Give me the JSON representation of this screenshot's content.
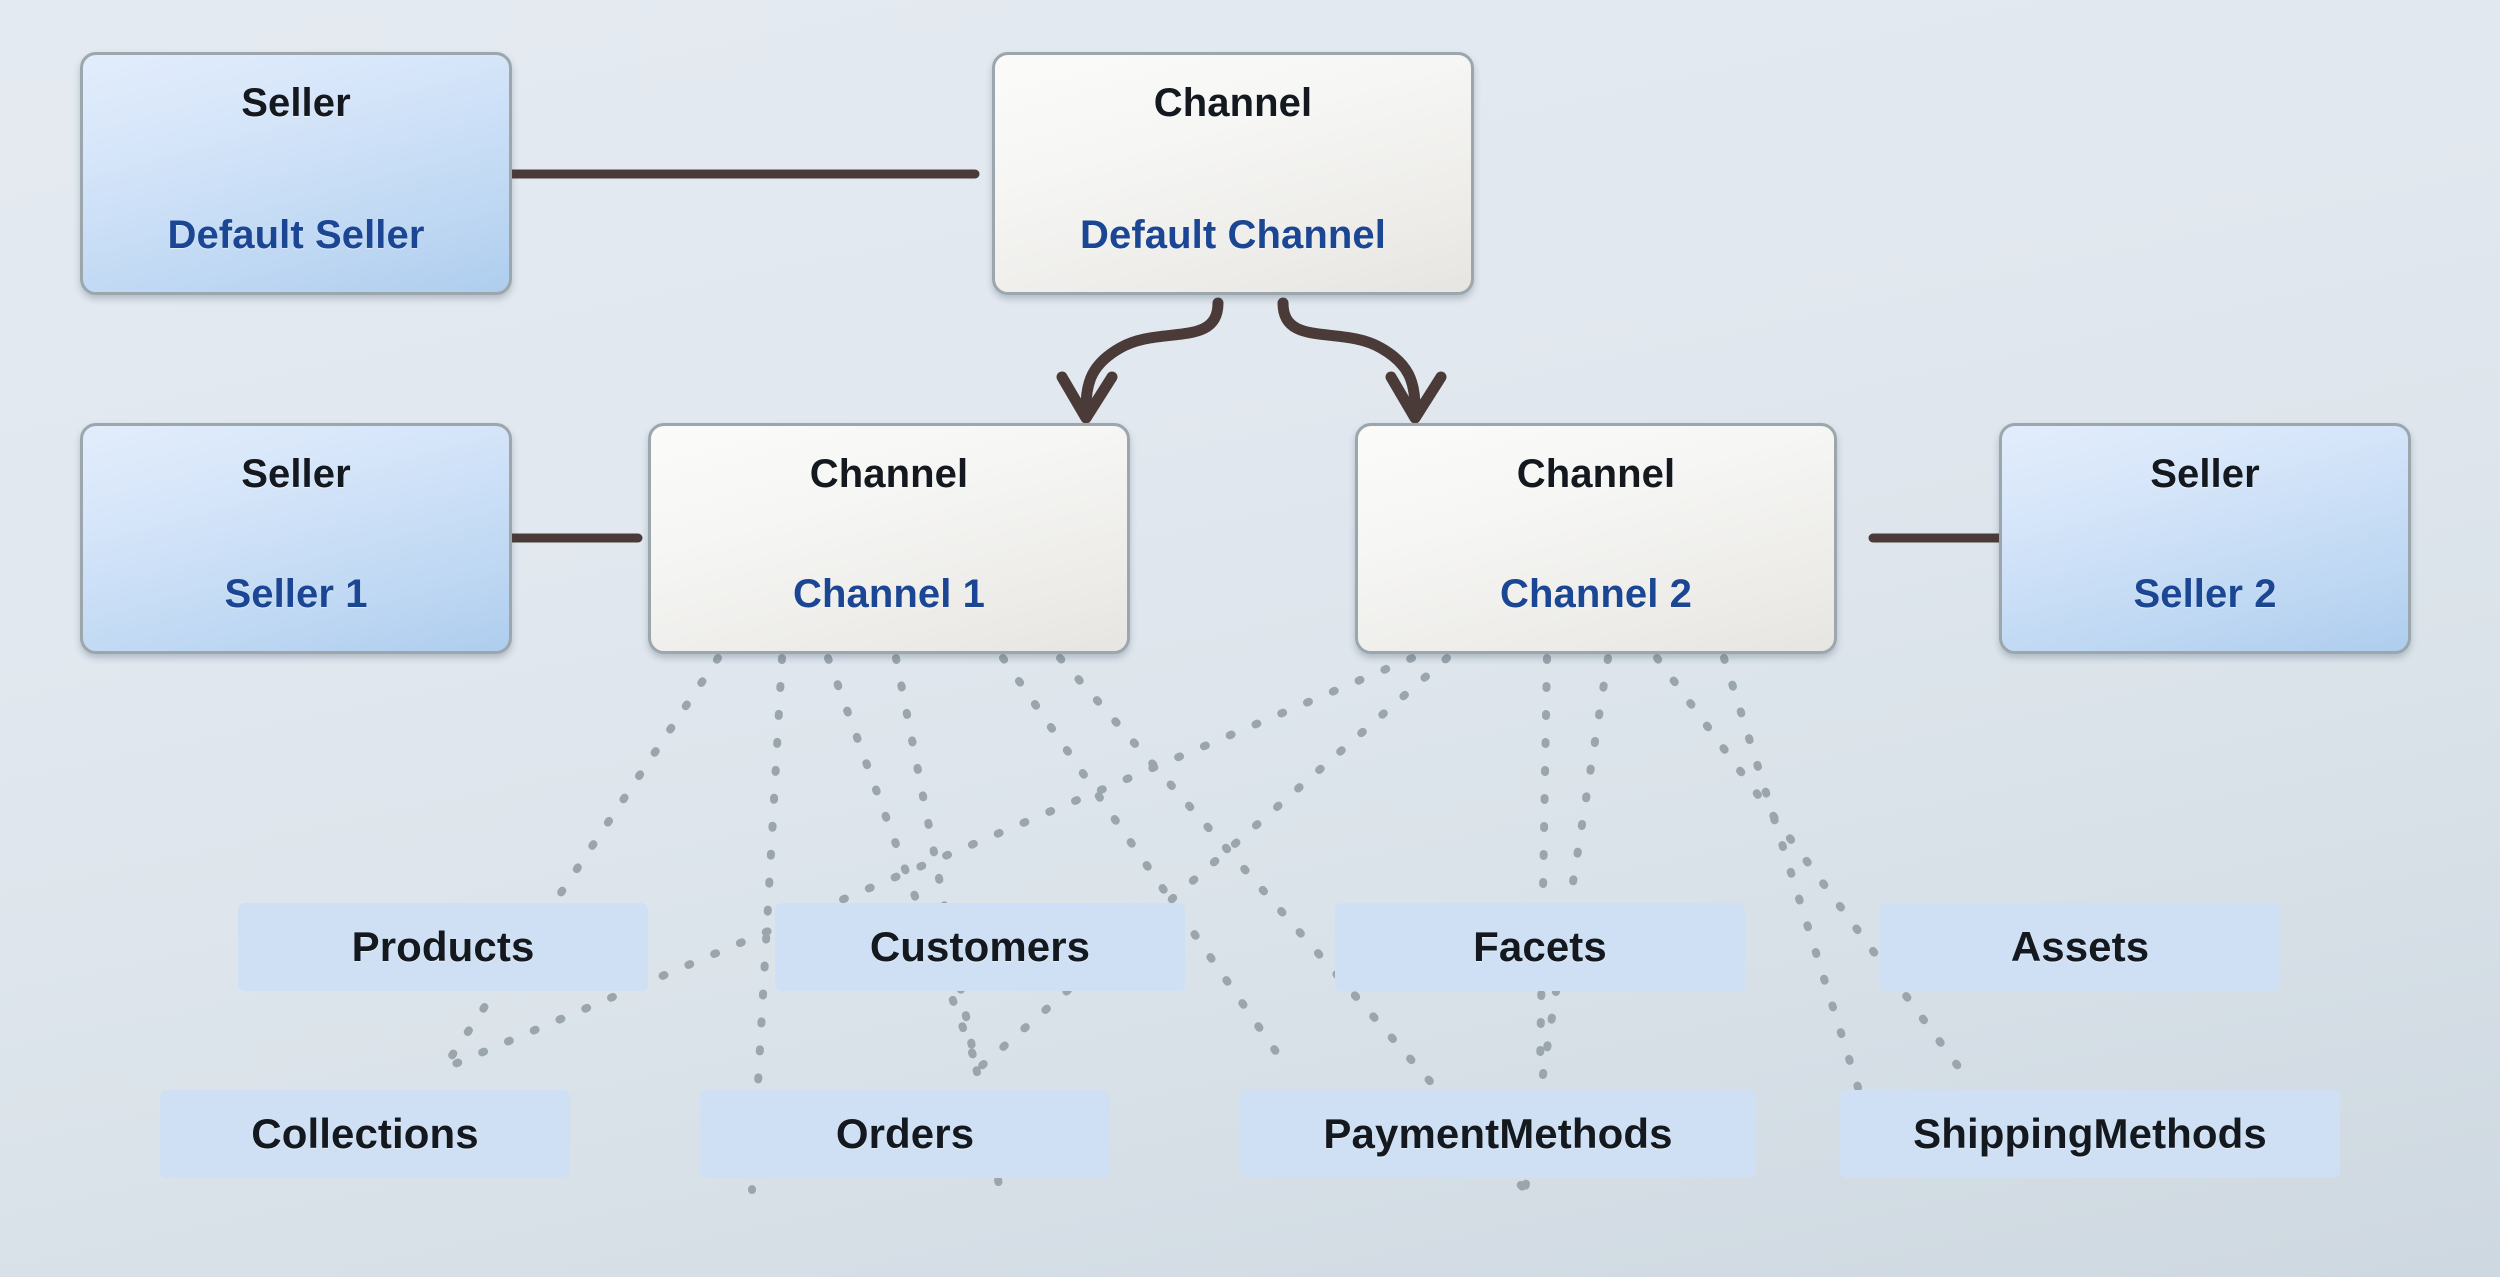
{
  "diagram": {
    "title": "Channel and Seller relationship diagram",
    "colors": {
      "background_top": "#e4eaf1",
      "background_bottom": "#ced8e0",
      "seller_card_fill": "#bcd6f2",
      "channel_card_fill": "#f2f1ee",
      "card_border": "#9ba6ad",
      "entity_chip_fill": "#cfe0f4",
      "type_text": "#14181f",
      "name_text": "#1b4694",
      "solid_link": "#4a3a38",
      "arrow": "#4a3a38",
      "dotted_link": "#9aa5ac"
    }
  },
  "nodes": {
    "default_seller": {
      "type_label": "Seller",
      "name_label": "Default Seller"
    },
    "default_channel": {
      "type_label": "Channel",
      "name_label": "Default Channel"
    },
    "seller_1": {
      "type_label": "Seller",
      "name_label": "Seller 1"
    },
    "channel_1": {
      "type_label": "Channel",
      "name_label": "Channel 1"
    },
    "channel_2": {
      "type_label": "Channel",
      "name_label": "Channel 2"
    },
    "seller_2": {
      "type_label": "Seller",
      "name_label": "Seller 2"
    }
  },
  "entities": {
    "row_upper": [
      {
        "label": "Products"
      },
      {
        "label": "Customers"
      },
      {
        "label": "Facets"
      },
      {
        "label": "Assets"
      }
    ],
    "row_lower": [
      {
        "label": "Collections"
      },
      {
        "label": "Orders"
      },
      {
        "label": "PaymentMethods"
      },
      {
        "label": "ShippingMethods"
      }
    ]
  },
  "edges": {
    "solid": [
      {
        "from": "default_seller",
        "to": "default_channel"
      },
      {
        "from": "seller_1",
        "to": "channel_1"
      },
      {
        "from": "channel_2",
        "to": "seller_2"
      }
    ],
    "arrows": [
      {
        "from": "default_channel",
        "to": "channel_1"
      },
      {
        "from": "default_channel",
        "to": "channel_2"
      }
    ],
    "dotted_from_channel_1": [
      "Products",
      "Collections",
      "Customers",
      "Orders",
      "Facets",
      "PaymentMethods"
    ],
    "dotted_from_channel_2": [
      "Products",
      "Customers",
      "Facets",
      "Assets",
      "PaymentMethods",
      "ShippingMethods"
    ]
  }
}
